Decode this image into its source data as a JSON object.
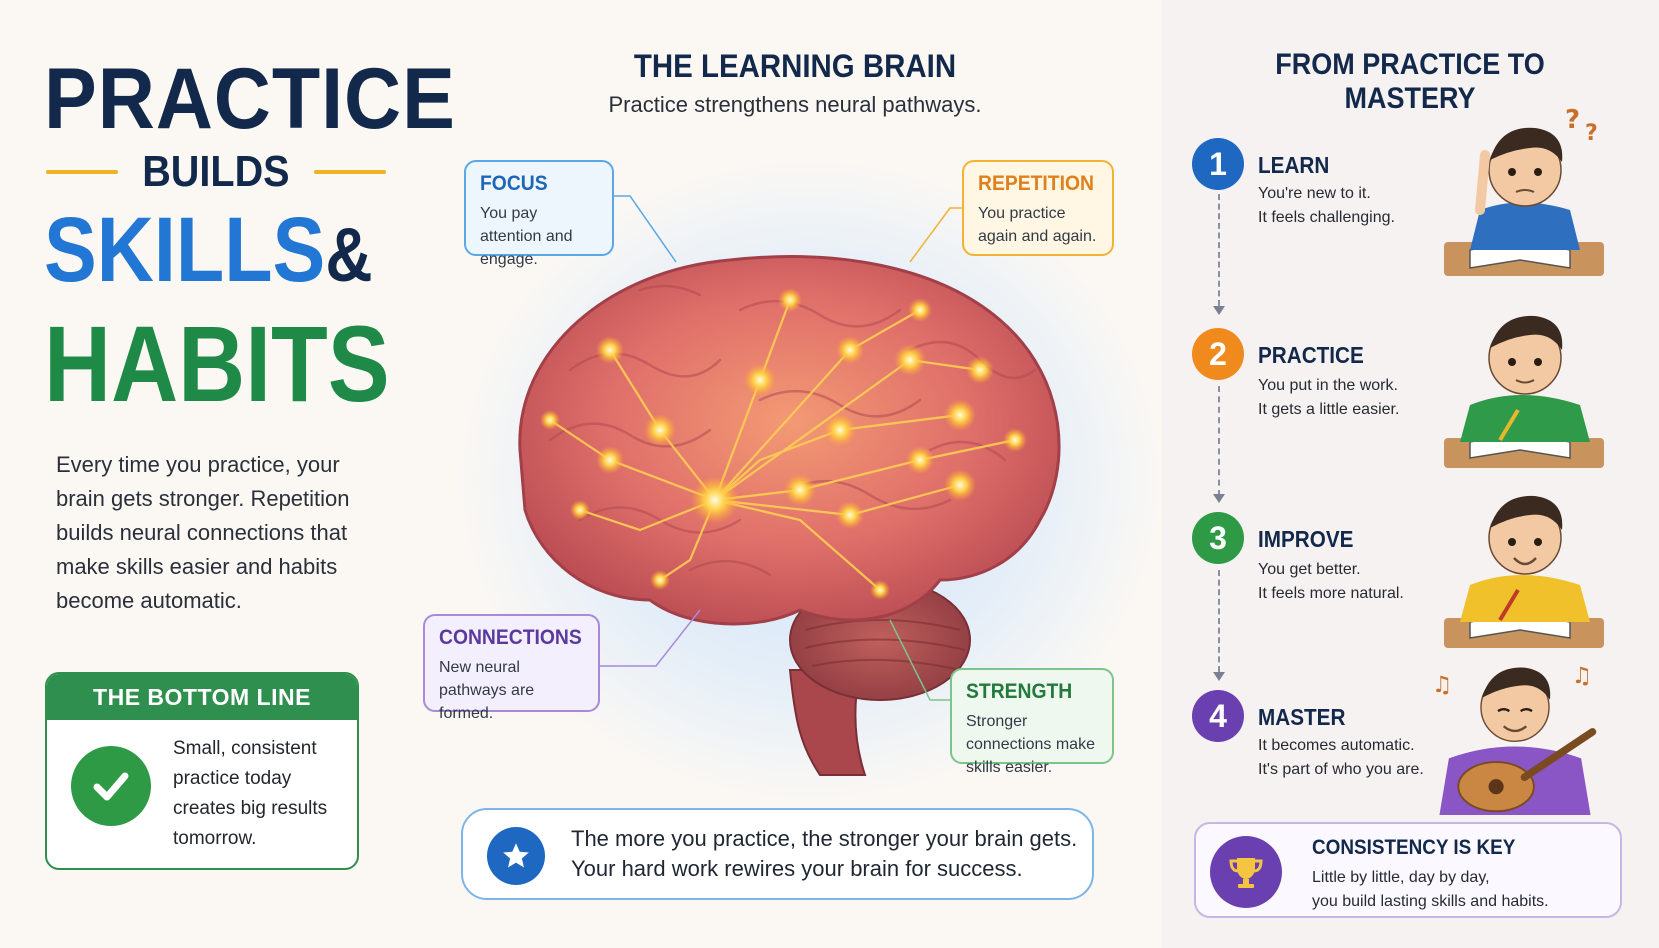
{
  "headline": {
    "word1": "PRACTICE",
    "word2": "BUILDS",
    "word3": "SKILLS",
    "amp": "&",
    "word4": "HABITS"
  },
  "intro": "Every time you practice, your brain gets stronger. Repetition builds neural connections that make skills easier and habits become automatic.",
  "bottom_line": {
    "title": "THE BOTTOM LINE",
    "text": "Small, consistent practice today creates big results tomorrow."
  },
  "center": {
    "title": "THE LEARNING BRAIN",
    "subtitle": "Practice strengthens neural pathways.",
    "callouts": {
      "focus": {
        "title": "FOCUS",
        "desc": "You pay attention and engage."
      },
      "repetition": {
        "title": "REPETITION",
        "desc": "You practice again and again."
      },
      "connections": {
        "title": "CONNECTIONS",
        "desc": "New neural pathways are formed."
      },
      "strength": {
        "title": "STRENGTH",
        "desc": "Stronger connections make skills easier."
      }
    },
    "note": {
      "line1": "The more you practice, the stronger your brain gets.",
      "line2": "Your hard work rewires your brain for success."
    }
  },
  "right": {
    "title": "FROM PRACTICE TO MASTERY",
    "steps": [
      {
        "num": "1",
        "title": "LEARN",
        "line1": "You're new to it.",
        "line2": "It feels challenging.",
        "color": "#1f68c2"
      },
      {
        "num": "2",
        "title": "PRACTICE",
        "line1": "You put in the work.",
        "line2": "It gets a little easier.",
        "color": "#f08a1c"
      },
      {
        "num": "3",
        "title": "IMPROVE",
        "line1": "You get better.",
        "line2": "It feels more natural.",
        "color": "#2e9a45"
      },
      {
        "num": "4",
        "title": "MASTER",
        "line1": "It becomes automatic.",
        "line2": "It's part of who you are.",
        "color": "#6a3fb0"
      }
    ],
    "key": {
      "title": "CONSISTENCY IS KEY",
      "line1": "Little by little, day by day,",
      "line2": "you build lasting skills and habits."
    }
  },
  "colors": {
    "navy": "#13294b",
    "blue": "#2277d4",
    "green": "#1f8a48",
    "orange": "#f08a1c",
    "purple": "#6a3fb0",
    "gold": "#f0b423"
  },
  "icons": [
    "check-icon",
    "star-icon",
    "trophy-icon",
    "brain-illustration",
    "question-mark-icon",
    "music-note-icon"
  ]
}
